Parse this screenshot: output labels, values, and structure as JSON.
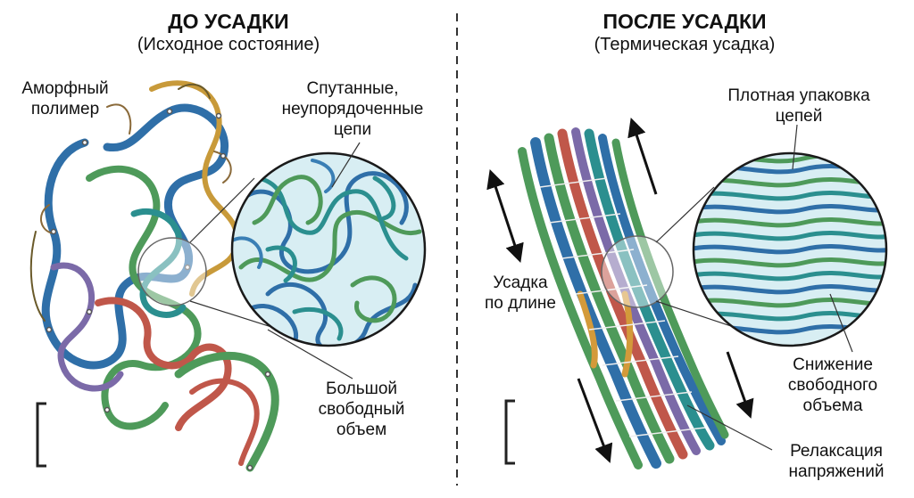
{
  "left_panel": {
    "title": "ДО УСАДКИ",
    "subtitle": "(Исходное состояние)",
    "label_amorphous": "Аморфный\nполимер",
    "label_tangled": "Спутанные,\nнеупорядоченные\nцепи",
    "label_free_volume": "Большой\nсвободный\nобъем"
  },
  "right_panel": {
    "title": "ПОСЛЕ УСАДКИ",
    "subtitle": "(Термическая усадка)",
    "label_dense": "Плотная упаковка\nцепей",
    "label_shrink": "Усадка\nпо длине",
    "label_free_volume_drop": "Снижение\nсвободного\nобъема",
    "label_relaxation": "Релаксация\nнапряжений"
  },
  "colors": {
    "chain_blue": "#2f6fa8",
    "chain_green": "#4e9a5a",
    "chain_red": "#c0574a",
    "chain_purple": "#7b6aa8",
    "chain_orange": "#d39a3a",
    "chain_teal": "#2b8f8f",
    "magnifier_fill": "#d8eef3",
    "divider": "#333333"
  },
  "icons": [
    "magnifier-circle",
    "arrow-up",
    "arrow-down",
    "scale-bracket"
  ]
}
